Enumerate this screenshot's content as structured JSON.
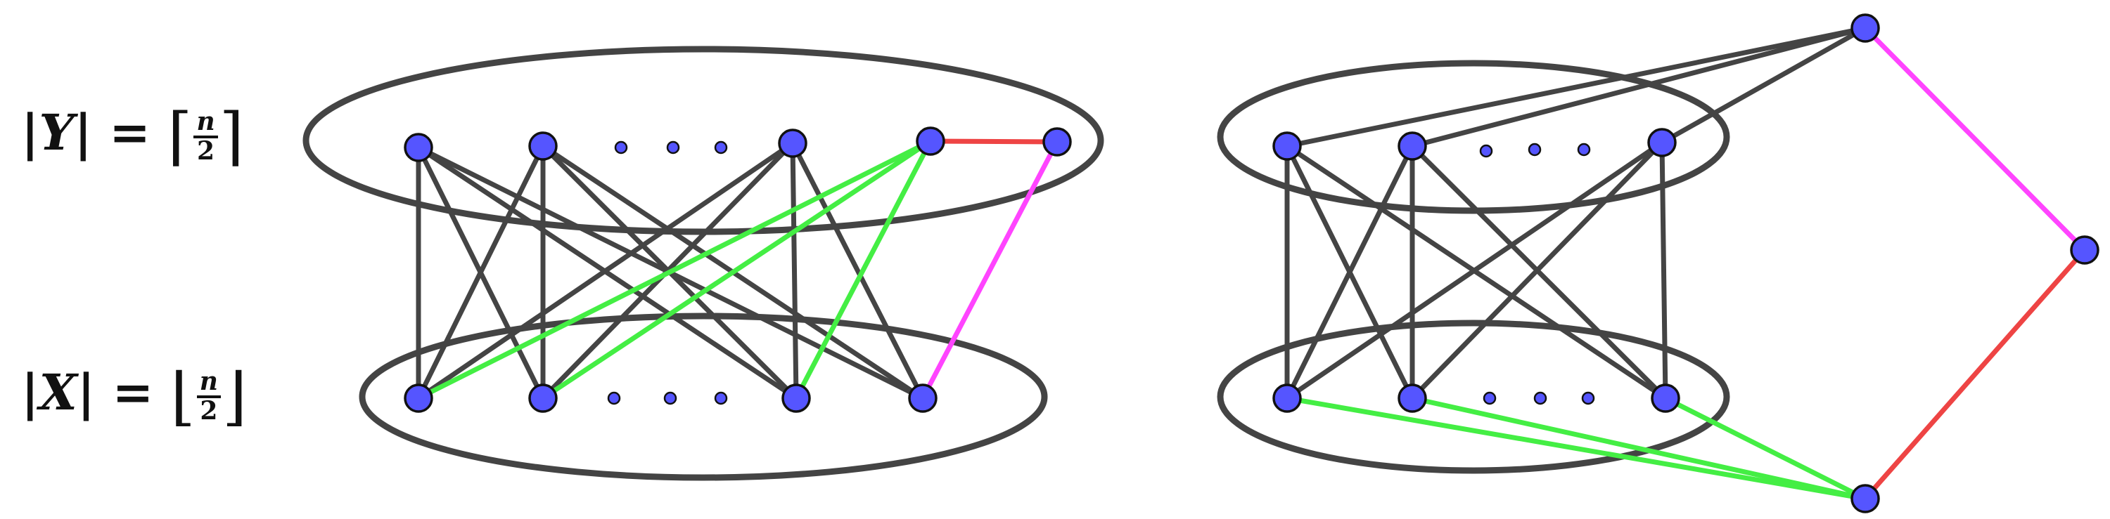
{
  "labels": {
    "y": {
      "bar_left": "|",
      "var": "Y",
      "bar_right": "|",
      "eq": "=",
      "ceil_open": "⌈",
      "num": "n",
      "den": "2",
      "ceil_close": "⌉"
    },
    "x": {
      "bar_left": "|",
      "var": "X",
      "bar_right": "|",
      "eq": "=",
      "floor_open": "⌊",
      "num": "n",
      "den": "2",
      "floor_close": "⌋"
    }
  },
  "colors": {
    "vertex_fill": "#5555ff",
    "vertex_stroke": "#111111",
    "edge_black": "#444444",
    "edge_green": "#44ee44",
    "edge_red": "#ee4444",
    "edge_magenta": "#ff44ff",
    "ellipse_stroke": "#444444"
  },
  "icons": {
    "vertex": "circle-node",
    "ellipsis": "three-dots"
  }
}
